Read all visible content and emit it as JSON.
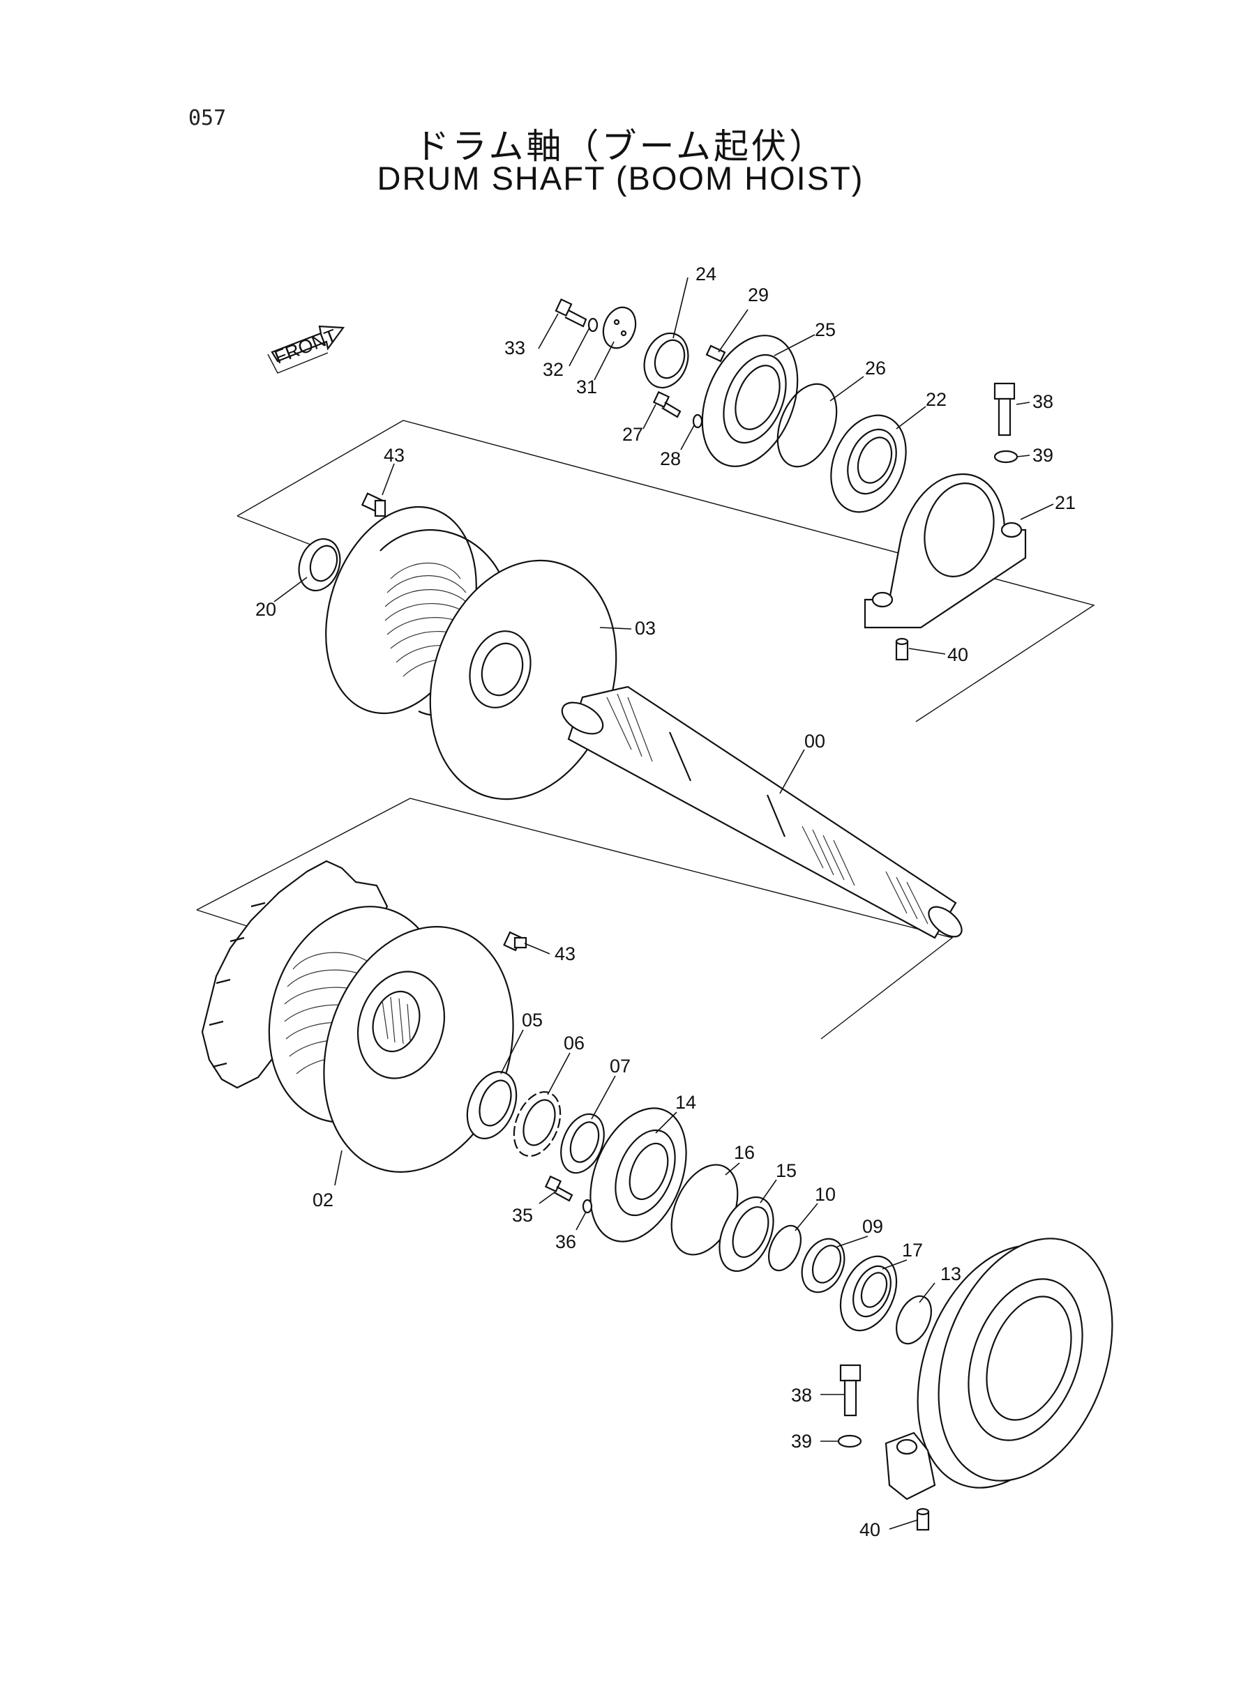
{
  "page_number": "057",
  "title_jp": "ドラム軸（ブーム起伏）",
  "title_en": "DRUM SHAFT (BOOM HOIST)",
  "front_label": "FRONT",
  "callouts": {
    "p00": "00",
    "p02": "02",
    "p03": "03",
    "p05": "05",
    "p06": "06",
    "p07": "07",
    "p09": "09",
    "p10": "10",
    "p13": "13",
    "p14": "14",
    "p15": "15",
    "p16": "16",
    "p17": "17",
    "p20": "20",
    "p21": "21",
    "p22": "22",
    "p24": "24",
    "p25": "25",
    "p26": "26",
    "p27": "27",
    "p28": "28",
    "p29": "29",
    "p31": "31",
    "p32": "32",
    "p33": "33",
    "p35": "35",
    "p36": "36",
    "p38a": "38",
    "p38b": "38",
    "p39a": "39",
    "p39b": "39",
    "p40a": "40",
    "p40b": "40",
    "p43a": "43",
    "p43b": "43"
  }
}
